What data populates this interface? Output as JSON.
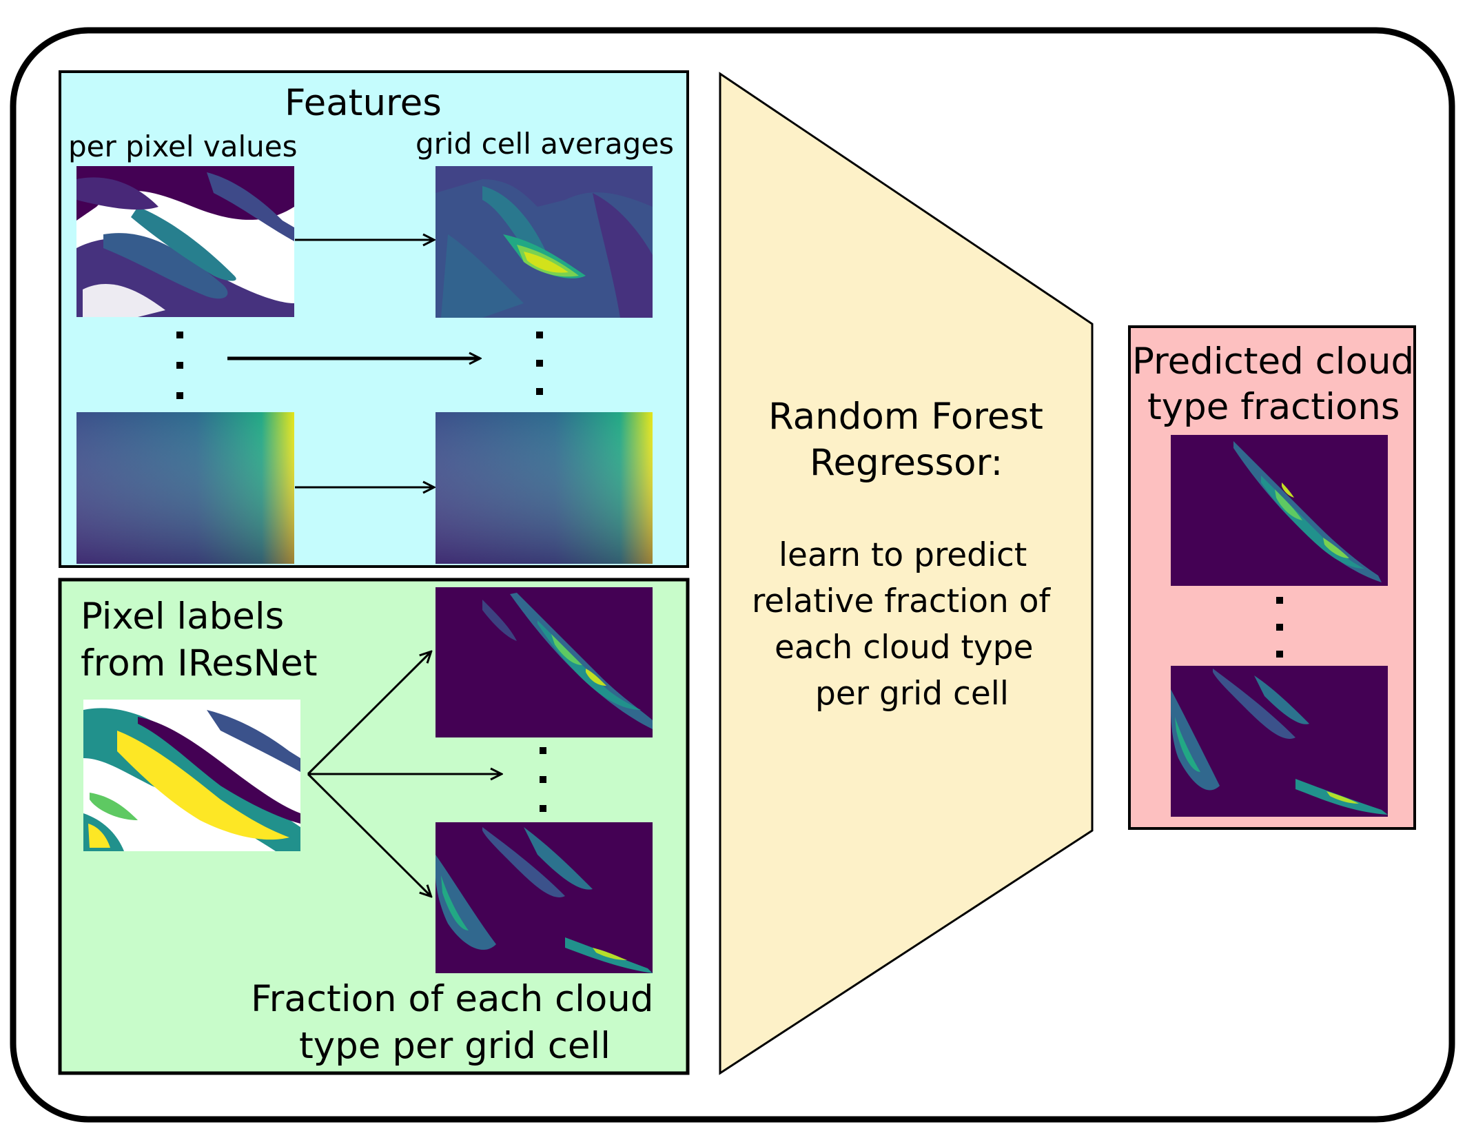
{
  "features": {
    "title": "Features",
    "per_pixel_label": "per pixel values",
    "grid_avg_label": "grid cell averages"
  },
  "labels": {
    "line1": "Pixel labels",
    "line2": "from IResNet",
    "fraction_line1": "Fraction of each cloud",
    "fraction_line2": "type per grid cell"
  },
  "regressor": {
    "title_line1": "Random Forest",
    "title_line2": "Regressor:",
    "desc_line1": "learn to predict",
    "desc_line2": "relative fraction of",
    "desc_line3": "each cloud type",
    "desc_line4": "per grid cell"
  },
  "prediction": {
    "title_line1": "Predicted cloud",
    "title_line2": "type fractions"
  },
  "colors": {
    "features_bg": "#c5fcfd",
    "labels_bg": "#c8fcca",
    "regressor_bg": "#fdf1c8",
    "prediction_bg": "#fdc0c0",
    "viridis_dark": "#440154",
    "viridis_blue": "#31688e",
    "viridis_teal": "#21918c",
    "viridis_green": "#5ec962",
    "viridis_yellow": "#fde725"
  }
}
